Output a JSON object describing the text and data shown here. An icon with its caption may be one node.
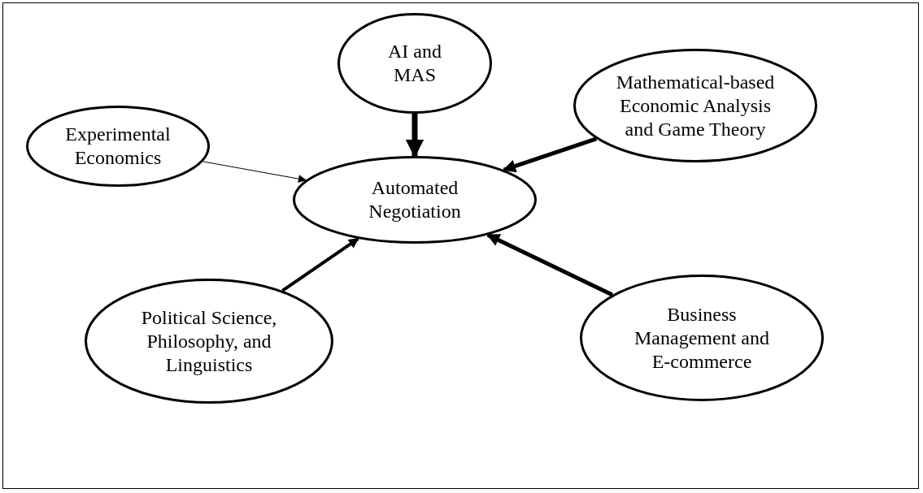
{
  "diagram": {
    "nodes": [
      {
        "text": [
          "AI and MAS"
        ]
      },
      {
        "text": [
          "Experimental Economics"
        ]
      },
      {
        "text": [
          "Mathematical-based Economic Analysis and Game Theory"
        ]
      },
      {
        "text": [
          "Automated Negotiation"
        ]
      },
      {
        "text": [
          "Political Science, Philosophy, and Linguistics"
        ]
      },
      {
        "text": [
          "Business Management and E-commerce"
        ]
      }
    ],
    "edges": [
      {
        "from": 0,
        "to": 3,
        "arrow": "to"
      },
      {
        "from": 1,
        "to": 3,
        "arrow": "to"
      },
      {
        "from": 2,
        "to": 3,
        "arrow": "to"
      },
      {
        "from": 4,
        "to": 3,
        "arrow": "to"
      },
      {
        "from": 5,
        "to": 3,
        "arrow": "to"
      }
    ]
  }
}
